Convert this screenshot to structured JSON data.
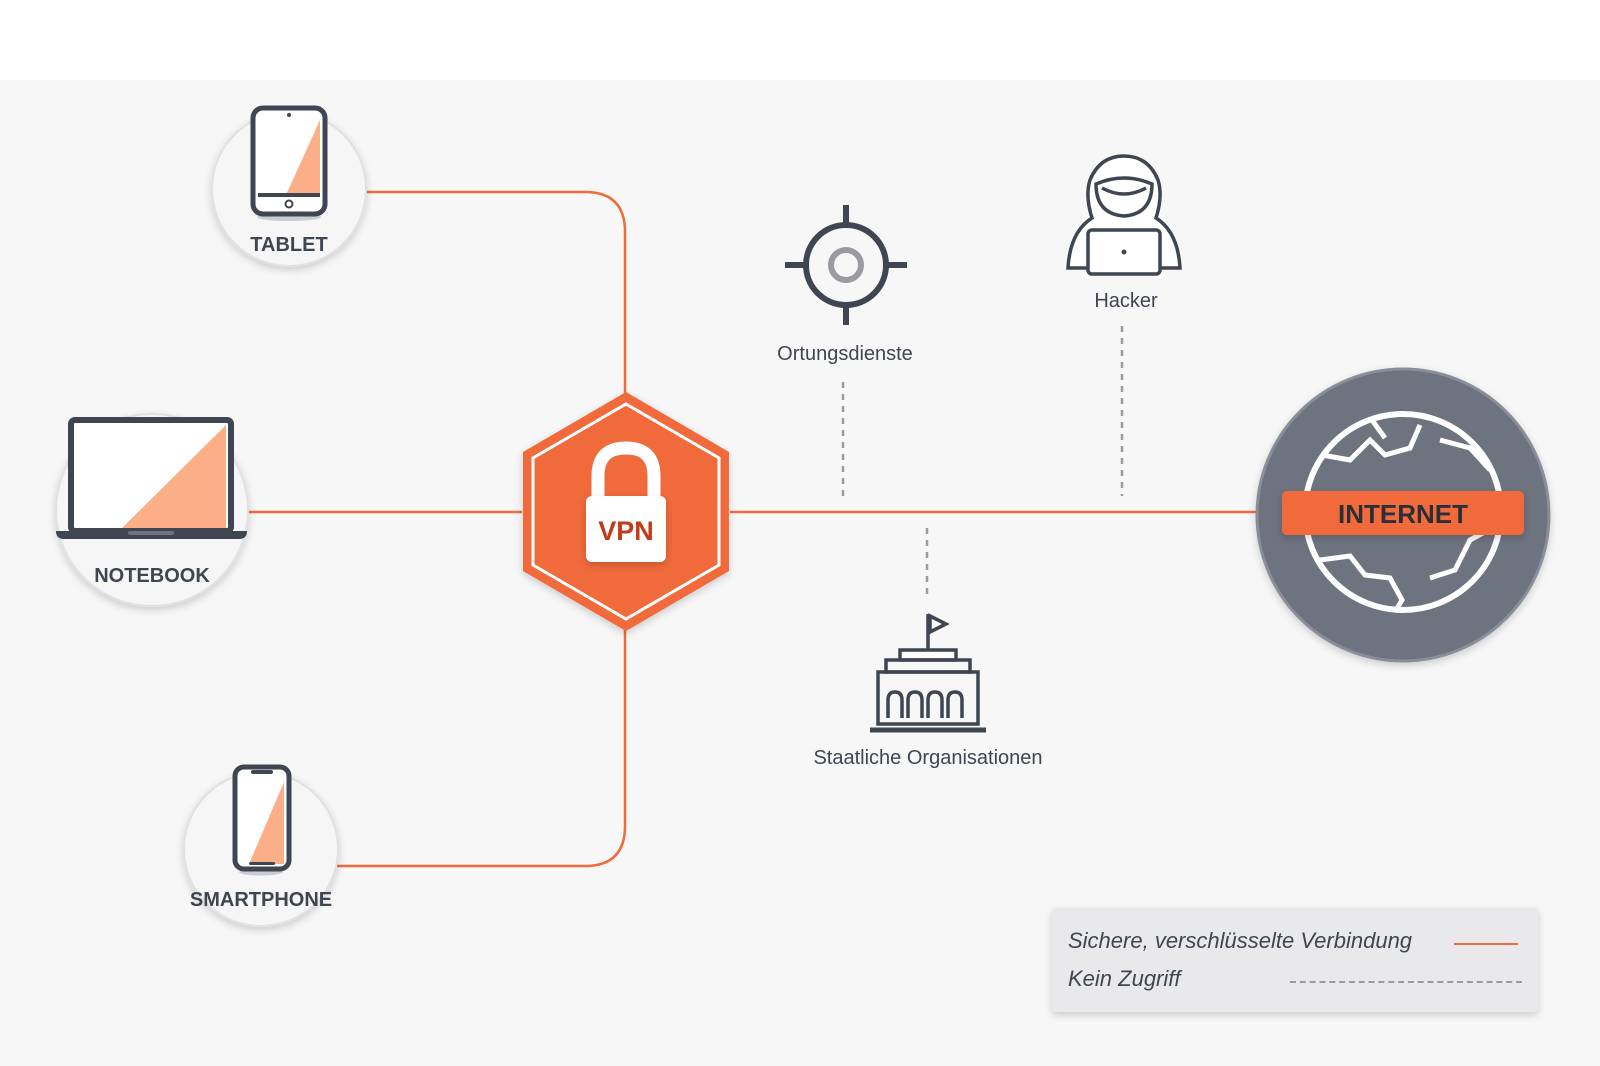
{
  "devices": {
    "tablet": {
      "label": "TABLET"
    },
    "notebook": {
      "label": "NOTEBOOK"
    },
    "smartphone": {
      "label": "SMARTPHONE"
    }
  },
  "vpn": {
    "label": "VPN"
  },
  "internet": {
    "label": "INTERNET"
  },
  "threats": {
    "location": {
      "label": "Ortungsdienste"
    },
    "hacker": {
      "label": "Hacker"
    },
    "government": {
      "label": "Staatliche Organisationen"
    }
  },
  "legend": {
    "secure": "Sichere, verschlüsselte Verbindung",
    "blocked": "Kein Zugriff"
  },
  "colors": {
    "accent": "#f06b3a",
    "device_fill": "#fbae88",
    "dark": "#3f4652",
    "globe": "#6e7380",
    "dashed": "#9a9aa0"
  },
  "icons": {
    "tablet": "tablet-icon",
    "notebook": "laptop-icon",
    "smartphone": "smartphone-icon",
    "vpn": "padlock-icon",
    "internet": "globe-icon",
    "location": "crosshair-icon",
    "hacker": "hacker-icon",
    "government": "building-icon"
  }
}
